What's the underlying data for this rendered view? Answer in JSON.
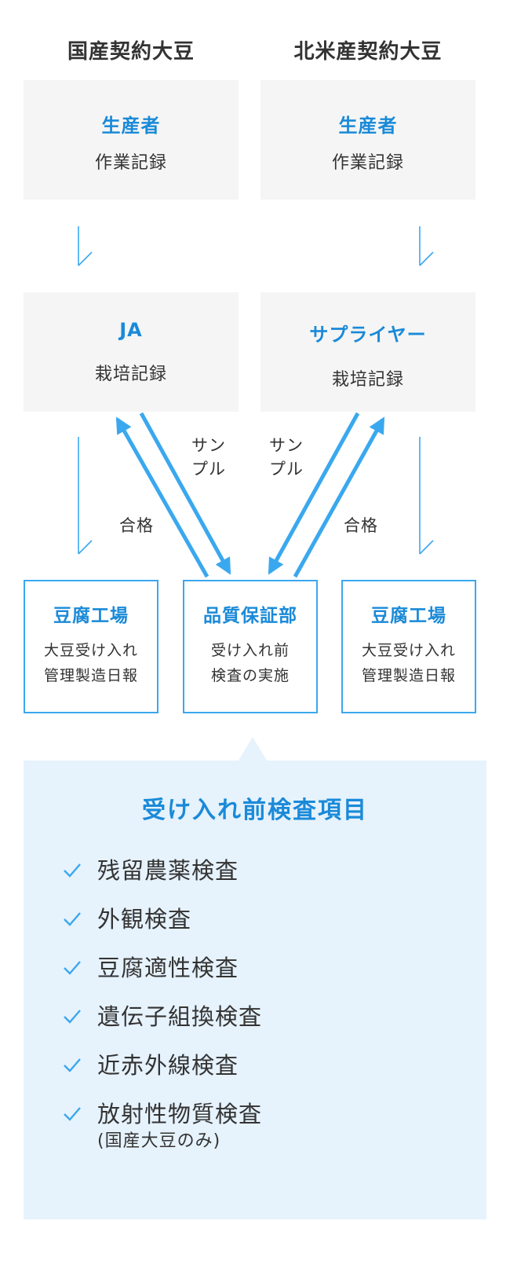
{
  "columns": {
    "left_title": "国産契約大豆",
    "right_title": "北米産契約大豆"
  },
  "boxes": {
    "producer_left": {
      "title": "生産者",
      "sub": "作業記録"
    },
    "producer_right": {
      "title": "生産者",
      "sub": "作業記録"
    },
    "ja": {
      "title": "JA",
      "sub": "栽培記録"
    },
    "supplier": {
      "title": "サプライヤー",
      "sub": "栽培記録"
    },
    "tofu_left": {
      "title": "豆腐工場",
      "sub1": "大豆受け入れ",
      "sub2": "管理製造日報"
    },
    "qa": {
      "title": "品質保証部",
      "sub1": "受け入れ前",
      "sub2": "検査の実施"
    },
    "tofu_right": {
      "title": "豆腐工場",
      "sub1": "大豆受け入れ",
      "sub2": "管理製造日報"
    }
  },
  "labels": {
    "sample_left_1": "サン",
    "sample_left_2": "プル",
    "sample_right_1": "サン",
    "sample_right_2": "プル",
    "pass_left": "合格",
    "pass_right": "合格"
  },
  "inspection": {
    "title": "受け入れ前検査項目",
    "items": [
      "残留農薬検査",
      "外観検査",
      "豆腐適性検査",
      "遺伝子組換検査",
      "近赤外線検査",
      "放射性物質検査"
    ],
    "last_note": "(国産大豆のみ)"
  },
  "colors": {
    "accent": "#1a8ad8",
    "arrow": "#3aa8ee",
    "box_gray": "#f5f5f5",
    "panel": "#e6f2fc"
  }
}
